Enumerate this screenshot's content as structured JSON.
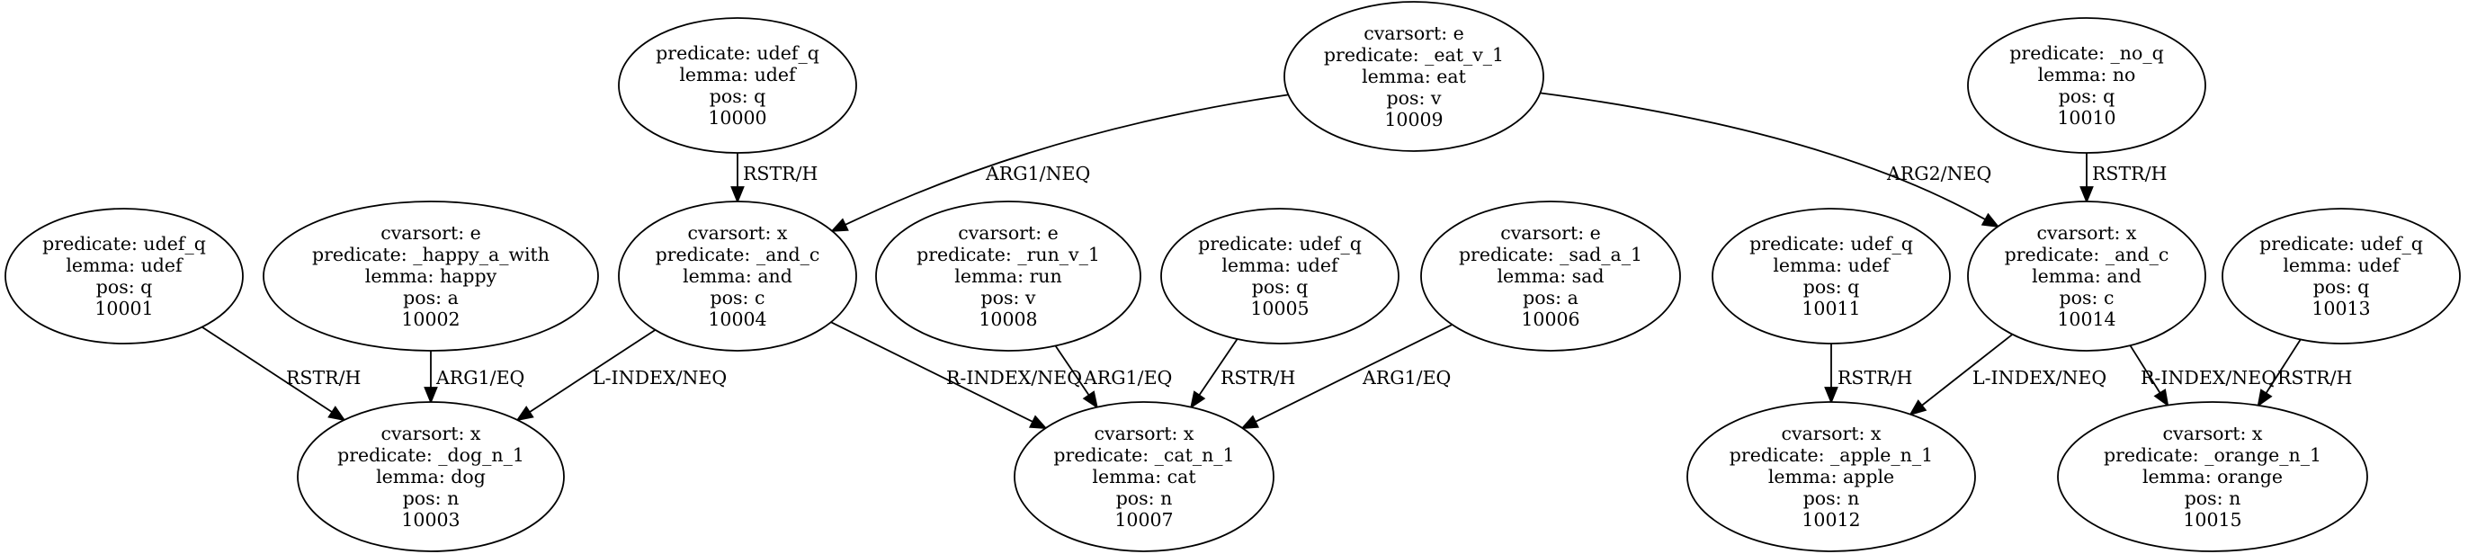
{
  "graph": {
    "nodes": [
      {
        "id": "n10000",
        "lines": [
          "predicate: udef_q",
          "lemma: udef",
          "pos: q",
          "10000"
        ]
      },
      {
        "id": "n10009",
        "lines": [
          "cvarsort: e",
          "predicate: _eat_v_1",
          "lemma: eat",
          "pos: v",
          "10009"
        ]
      },
      {
        "id": "n10010",
        "lines": [
          "predicate: _no_q",
          "lemma: no",
          "pos: q",
          "10010"
        ]
      },
      {
        "id": "n10001",
        "lines": [
          "predicate: udef_q",
          "lemma: udef",
          "pos: q",
          "10001"
        ]
      },
      {
        "id": "n10002",
        "lines": [
          "cvarsort: e",
          "predicate: _happy_a_with",
          "lemma: happy",
          "pos: a",
          "10002"
        ]
      },
      {
        "id": "n10004",
        "lines": [
          "cvarsort: x",
          "predicate: _and_c",
          "lemma: and",
          "pos: c",
          "10004"
        ]
      },
      {
        "id": "n10008",
        "lines": [
          "cvarsort: e",
          "predicate: _run_v_1",
          "lemma: run",
          "pos: v",
          "10008"
        ]
      },
      {
        "id": "n10005",
        "lines": [
          "predicate: udef_q",
          "lemma: udef",
          "pos: q",
          "10005"
        ]
      },
      {
        "id": "n10006",
        "lines": [
          "cvarsort: e",
          "predicate: _sad_a_1",
          "lemma: sad",
          "pos: a",
          "10006"
        ]
      },
      {
        "id": "n10011",
        "lines": [
          "predicate: udef_q",
          "lemma: udef",
          "pos: q",
          "10011"
        ]
      },
      {
        "id": "n10014",
        "lines": [
          "cvarsort: x",
          "predicate: _and_c",
          "lemma: and",
          "pos: c",
          "10014"
        ]
      },
      {
        "id": "n10013",
        "lines": [
          "predicate: udef_q",
          "lemma: udef",
          "pos: q",
          "10013"
        ]
      },
      {
        "id": "n10003",
        "lines": [
          "cvarsort: x",
          "predicate: _dog_n_1",
          "lemma: dog",
          "pos: n",
          "10003"
        ]
      },
      {
        "id": "n10007",
        "lines": [
          "cvarsort: x",
          "predicate: _cat_n_1",
          "lemma: cat",
          "pos: n",
          "10007"
        ]
      },
      {
        "id": "n10012",
        "lines": [
          "cvarsort: x",
          "predicate: _apple_n_1",
          "lemma: apple",
          "pos: n",
          "10012"
        ]
      },
      {
        "id": "n10015",
        "lines": [
          "cvarsort: x",
          "predicate: _orange_n_1",
          "lemma: orange",
          "pos: n",
          "10015"
        ]
      }
    ],
    "edges": [
      {
        "from": "n10000",
        "to": "n10004",
        "label": "RSTR/H"
      },
      {
        "from": "n10009",
        "to": "n10004",
        "label": "ARG1/NEQ"
      },
      {
        "from": "n10009",
        "to": "n10014",
        "label": "ARG2/NEQ"
      },
      {
        "from": "n10010",
        "to": "n10014",
        "label": "RSTR/H"
      },
      {
        "from": "n10001",
        "to": "n10003",
        "label": "RSTR/H"
      },
      {
        "from": "n10002",
        "to": "n10003",
        "label": "ARG1/EQ"
      },
      {
        "from": "n10004",
        "to": "n10003",
        "label": "L-INDEX/NEQ"
      },
      {
        "from": "n10004",
        "to": "n10007",
        "label": "R-INDEX/NEQ"
      },
      {
        "from": "n10008",
        "to": "n10007",
        "label": "ARG1/EQ"
      },
      {
        "from": "n10005",
        "to": "n10007",
        "label": "RSTR/H"
      },
      {
        "from": "n10006",
        "to": "n10007",
        "label": "ARG1/EQ"
      },
      {
        "from": "n10011",
        "to": "n10012",
        "label": "RSTR/H"
      },
      {
        "from": "n10014",
        "to": "n10012",
        "label": "L-INDEX/NEQ"
      },
      {
        "from": "n10014",
        "to": "n10015",
        "label": "R-INDEX/NEQ"
      },
      {
        "from": "n10013",
        "to": "n10015",
        "label": "RSTR/H"
      }
    ]
  }
}
